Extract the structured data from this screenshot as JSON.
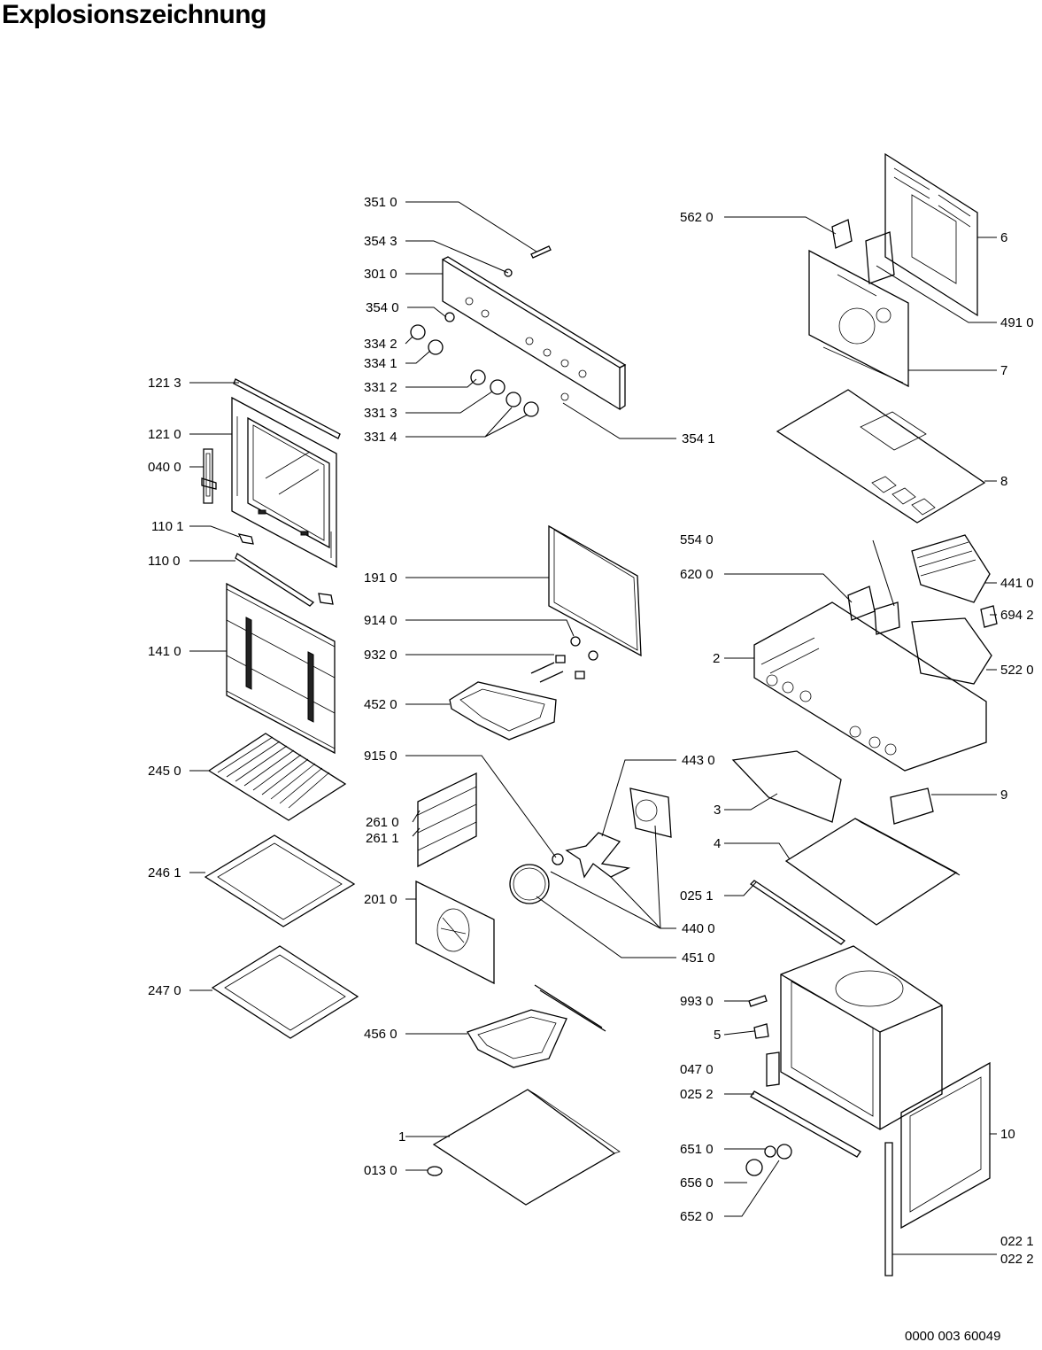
{
  "title": "Explosionszeichnung",
  "document_number": "0000 003 60049",
  "callouts": [
    {
      "id": "c3510",
      "label": "351 0"
    },
    {
      "id": "c3543",
      "label": "354 3"
    },
    {
      "id": "c3010",
      "label": "301 0"
    },
    {
      "id": "c3540",
      "label": "354 0"
    },
    {
      "id": "c3342",
      "label": "334 2"
    },
    {
      "id": "c3341",
      "label": "334 1"
    },
    {
      "id": "c3312",
      "label": "331 2"
    },
    {
      "id": "c3313",
      "label": "331 3"
    },
    {
      "id": "c3314",
      "label": "331 4"
    },
    {
      "id": "c3541",
      "label": "354 1"
    },
    {
      "id": "c1213",
      "label": "121 3"
    },
    {
      "id": "c1210",
      "label": "121 0"
    },
    {
      "id": "c0400",
      "label": "040 0"
    },
    {
      "id": "c1101",
      "label": "110 1"
    },
    {
      "id": "c1100",
      "label": "110 0"
    },
    {
      "id": "c1410",
      "label": "141 0"
    },
    {
      "id": "c2450",
      "label": "245 0"
    },
    {
      "id": "c2461",
      "label": "246 1"
    },
    {
      "id": "c2470",
      "label": "247 0"
    },
    {
      "id": "c1910",
      "label": "191 0"
    },
    {
      "id": "c9140",
      "label": "914 0"
    },
    {
      "id": "c9320",
      "label": "932 0"
    },
    {
      "id": "c4520",
      "label": "452 0"
    },
    {
      "id": "c9150",
      "label": "915 0"
    },
    {
      "id": "c2610",
      "label": "261 0"
    },
    {
      "id": "c2611",
      "label": "261 1"
    },
    {
      "id": "c2010",
      "label": "201 0"
    },
    {
      "id": "c4560",
      "label": "456 0"
    },
    {
      "id": "c1",
      "label": "1"
    },
    {
      "id": "c0130",
      "label": "013 0"
    },
    {
      "id": "c5620",
      "label": "562 0"
    },
    {
      "id": "c6",
      "label": "6"
    },
    {
      "id": "c4910",
      "label": "491 0"
    },
    {
      "id": "c7",
      "label": "7"
    },
    {
      "id": "c8",
      "label": "8"
    },
    {
      "id": "c5540",
      "label": "554 0"
    },
    {
      "id": "c6200",
      "label": "620 0"
    },
    {
      "id": "c4410",
      "label": "441 0"
    },
    {
      "id": "c6942",
      "label": "694 2"
    },
    {
      "id": "c2",
      "label": "2"
    },
    {
      "id": "c5220",
      "label": "522 0"
    },
    {
      "id": "c4430",
      "label": "443 0"
    },
    {
      "id": "c3",
      "label": "3"
    },
    {
      "id": "c9",
      "label": "9"
    },
    {
      "id": "c4",
      "label": "4"
    },
    {
      "id": "c0251",
      "label": "025 1"
    },
    {
      "id": "c4400",
      "label": "440 0"
    },
    {
      "id": "c4510",
      "label": "451 0"
    },
    {
      "id": "c9930",
      "label": "993 0"
    },
    {
      "id": "c5",
      "label": "5"
    },
    {
      "id": "c0470",
      "label": "047 0"
    },
    {
      "id": "c0252",
      "label": "025 2"
    },
    {
      "id": "c10",
      "label": "10"
    },
    {
      "id": "c6510",
      "label": "651 0"
    },
    {
      "id": "c6560",
      "label": "656 0"
    },
    {
      "id": "c6520",
      "label": "652 0"
    },
    {
      "id": "c0221",
      "label": "022 1"
    },
    {
      "id": "c0222",
      "label": "022 2"
    }
  ]
}
